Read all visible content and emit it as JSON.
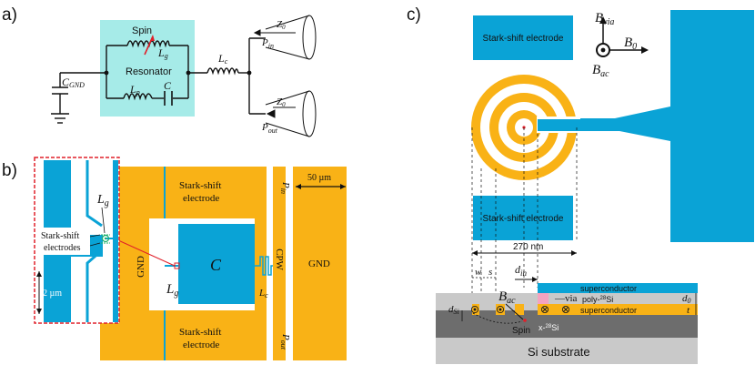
{
  "panels": {
    "a": "a)",
    "b": "b)",
    "c": "c)"
  },
  "a": {
    "resonator": "Resonator",
    "spin": "Spin",
    "Lg": "L",
    "Lg_sub": "g",
    "Lp": "L",
    "Lp_sub": "p",
    "C": "C",
    "Lc": "L",
    "Lc_sub": "c",
    "Cgnd": "C",
    "Cgnd_sub": "GND",
    "Z0": "Z",
    "Z0_sub": "0",
    "Pin": "P",
    "Pin_sub": "in",
    "Pout": "P",
    "Pout_sub": "out"
  },
  "b": {
    "stark_top": [
      "Stark-shift",
      "electrode"
    ],
    "stark_bottom": [
      "Stark-shift",
      "electrode"
    ],
    "gnd_left": "GND",
    "gnd_right": "GND",
    "C": "C",
    "Lg": "L",
    "Lg_sub": "g",
    "Lc": "L",
    "Lc_sub": "c",
    "Pin": "P",
    "Pin_sub": "in",
    "Pout": "P",
    "Pout_sub": "out",
    "cpw": "CPW",
    "scale": "50 µm",
    "inset_Lg": "L",
    "inset_Lg_sub": "g",
    "inset_stark": [
      "Stark-shift",
      "electrodes"
    ],
    "inset_scale": "2 µm"
  },
  "c": {
    "stark_top": "Stark-shift electrode",
    "stark_bottom": "Stark-shift electrode",
    "Bvia": "B",
    "Bvia_sub": "via",
    "B0": "B",
    "B0_sub": "0",
    "Bac": "B",
    "Bac_sub": "ac",
    "dim_270": "270 nm",
    "w": "w",
    "s": "s",
    "din": "d",
    "din_sub": "in",
    "d0": "d",
    "d0_sub": "0",
    "t": "t",
    "dsi": "d",
    "dsi_sub": "Si",
    "Bac2": "B",
    "Bac2_sub": "ac",
    "via": "via",
    "spin": "Spin",
    "superconductor_top": "superconductor",
    "poly": "poly-",
    "poly_iso": "28",
    "poly_si": "Si",
    "superconductor_bottom": "superconductor",
    "x28": "x-",
    "x28_iso": "28",
    "x28_si": "Si",
    "substrate": "Si substrate"
  },
  "colors": {
    "orange": "#f9b216",
    "blue": "#0aa3d6",
    "resonator_bg": "#a6ebe8",
    "resonator_text": "#2ea8a0",
    "red": "#e0202a",
    "gray_light": "#c9c9c9",
    "gray_mid": "#9a9a9a",
    "gray_dark": "#6d6d6d"
  }
}
